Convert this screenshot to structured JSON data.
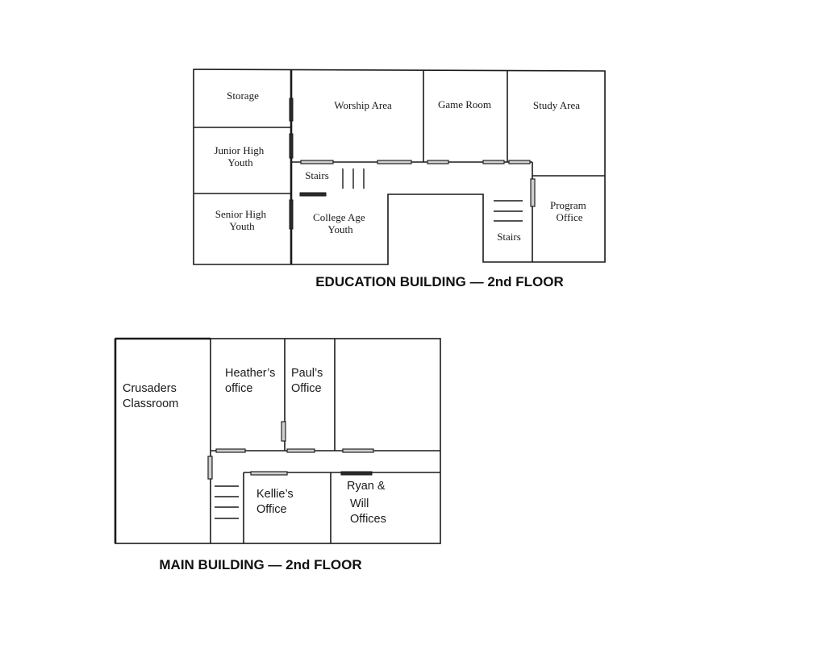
{
  "education_building": {
    "title": "EDUCATION BUILDING — 2nd FLOOR",
    "rooms": {
      "storage": "Storage",
      "worship_area": "Worship Area",
      "game_room": "Game Room",
      "study_area": "Study Area",
      "junior_high_youth": [
        "Junior High",
        "Youth"
      ],
      "stairs_left": "Stairs",
      "senior_high_youth": [
        "Senior High",
        "Youth"
      ],
      "college_age_youth": [
        "College Age",
        "Youth"
      ],
      "program_office": [
        "Program",
        "Office"
      ],
      "stairs_right": "Stairs"
    }
  },
  "main_building": {
    "title": "MAIN BUILDING — 2nd FLOOR",
    "rooms": {
      "crusaders_classroom": [
        "Crusaders",
        "Classroom"
      ],
      "heathers_office": [
        "Heather’s",
        "office"
      ],
      "pauls_office": [
        "Paul’s",
        "Office"
      ],
      "kellies_office": [
        "Kellie’s",
        "Office"
      ],
      "ryan_will_offices": [
        "Ryan &",
        "Will",
        "Offices"
      ]
    }
  }
}
